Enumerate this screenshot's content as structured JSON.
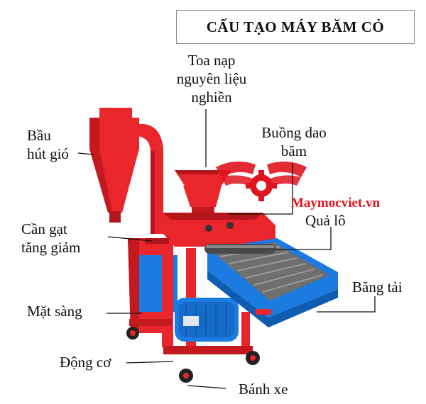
{
  "title": "CẤU TẠO MÁY BĂM CỎ",
  "brand": "Maymocviet.vn",
  "labels": {
    "toa_nap": [
      "Toa nạp",
      "nguyên liệu",
      "nghiền"
    ],
    "bau_hut_gio": [
      "Bầu",
      "hút gió"
    ],
    "buong_dao_bam": [
      "Buồng dao",
      "băm"
    ],
    "qua_lo": "Quả lô",
    "can_gat": [
      "Cần gạt",
      "tăng giảm"
    ],
    "bang_tai": "Băng tải",
    "mat_sang": "Mặt sàng",
    "dong_co": "Động cơ",
    "banh_xe": "Bánh xe"
  },
  "colors": {
    "machine_red": "#e8262b",
    "machine_dark_red": "#b3161b",
    "conveyor_blue": "#1b7be0",
    "conveyor_dark": "#0f5cb0",
    "brand_red": "#e0141e"
  }
}
